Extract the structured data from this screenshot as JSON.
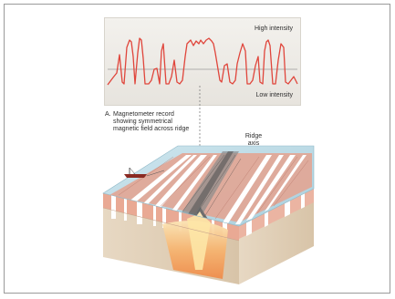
{
  "magnetometer": {
    "high_label": "High intensity",
    "low_label": "Low intensity"
  },
  "caption": {
    "letter": "A.",
    "text": "Magnetometer record\nshowing symmetrical\nmagnetic field across ridge"
  },
  "ridge_label": "Ridge\naxis",
  "colors": {
    "trace": "#e0453b",
    "stripe_normal": "#d9a08f",
    "stripe_reversed": "#ffffff",
    "ocean": "#bcdde8",
    "sediment": "#e6d7c3",
    "magma": "#f4a35a"
  }
}
